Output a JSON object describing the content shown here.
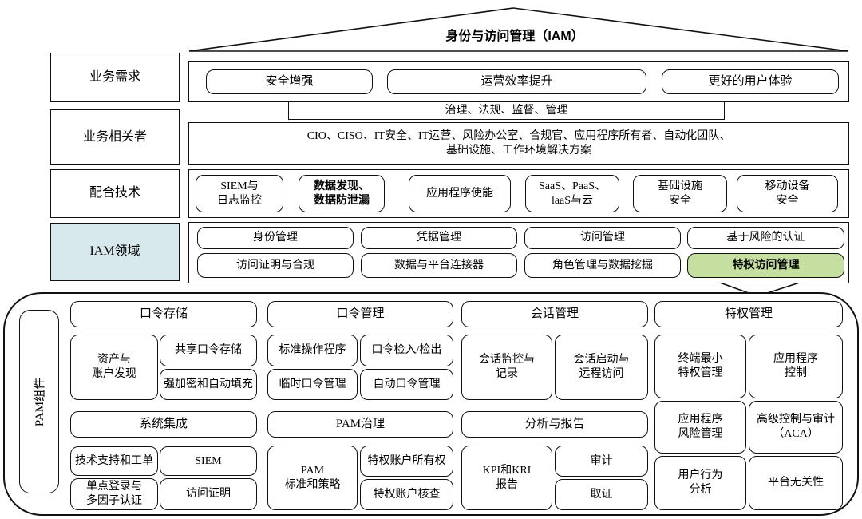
{
  "title": "身份与访问管理（IAM）",
  "colors": {
    "border": "#111111",
    "iam_label_bg": "#d7e9ec",
    "pam_highlight_bg": "#c5dfa0"
  },
  "left_labels": {
    "business_needs": "业务需求",
    "stakeholders": "业务相关者",
    "technologies": "配合技术",
    "iam_domains": "IAM领域",
    "pam_components": "PAM组件"
  },
  "business_needs": {
    "items": [
      "安全增强",
      "运营效率提升",
      "更好的用户体验"
    ]
  },
  "governance_bar": "治理、法规、监督、管理",
  "stakeholders": {
    "line1": "CIO、CISO、IT安全、IT运营、风险办公室、合规官、应用程序所有者、自动化团队、",
    "line2": "基础设施、工作环境解决方案"
  },
  "technologies": {
    "items": [
      "SIEM与\n日志监控",
      "数据发现、\n数据防泄漏",
      "应用程序使能",
      "SaaS、PaaS、\nlaaS与云",
      "基础设施\n安全",
      "移动设备\n安全"
    ]
  },
  "iam_domains": {
    "row1": [
      "身份管理",
      "凭据管理",
      "访问管理",
      "基于风险的认证"
    ],
    "row2": [
      "访问证明与合规",
      "数据与平台连接器",
      "角色管理与数据挖掘",
      "特权访问管理"
    ]
  },
  "pam": {
    "password_storage": {
      "header": "口令存储",
      "tall": "资产与\n账户发现",
      "stack": [
        "共享口令存储",
        "强加密和自动填充"
      ]
    },
    "password_management": {
      "header": "口令管理",
      "grid": [
        "标准操作程序",
        "口令检入/检出",
        "临时口令管理",
        "自动口令管理"
      ]
    },
    "session_management": {
      "header": "会话管理",
      "pair": [
        "会话监控与\n记录",
        "会话启动与\n远程访问"
      ]
    },
    "privilege_management": {
      "header": "特权管理",
      "pairs": [
        [
          "终端最小\n特权管理",
          "应用程序\n控制"
        ],
        [
          "应用程序\n风险管理",
          "高级控制与审计\n（ACA）"
        ],
        [
          "用户行为\n分析",
          "平台无关性"
        ]
      ]
    },
    "system_integration": {
      "header": "系统集成",
      "grid": [
        "技术支持和工单",
        "SIEM",
        "单点登录与\n多因子认证",
        "访问证明"
      ]
    },
    "pam_governance": {
      "header": "PAM治理",
      "tall": "PAM\n标准和策略",
      "stack": [
        "特权账户所有权",
        "特权账户核查"
      ]
    },
    "analytics_reporting": {
      "header": "分析与报告",
      "tall": "KPI和KRI\n报告",
      "stack": [
        "审计",
        "取证"
      ]
    }
  }
}
